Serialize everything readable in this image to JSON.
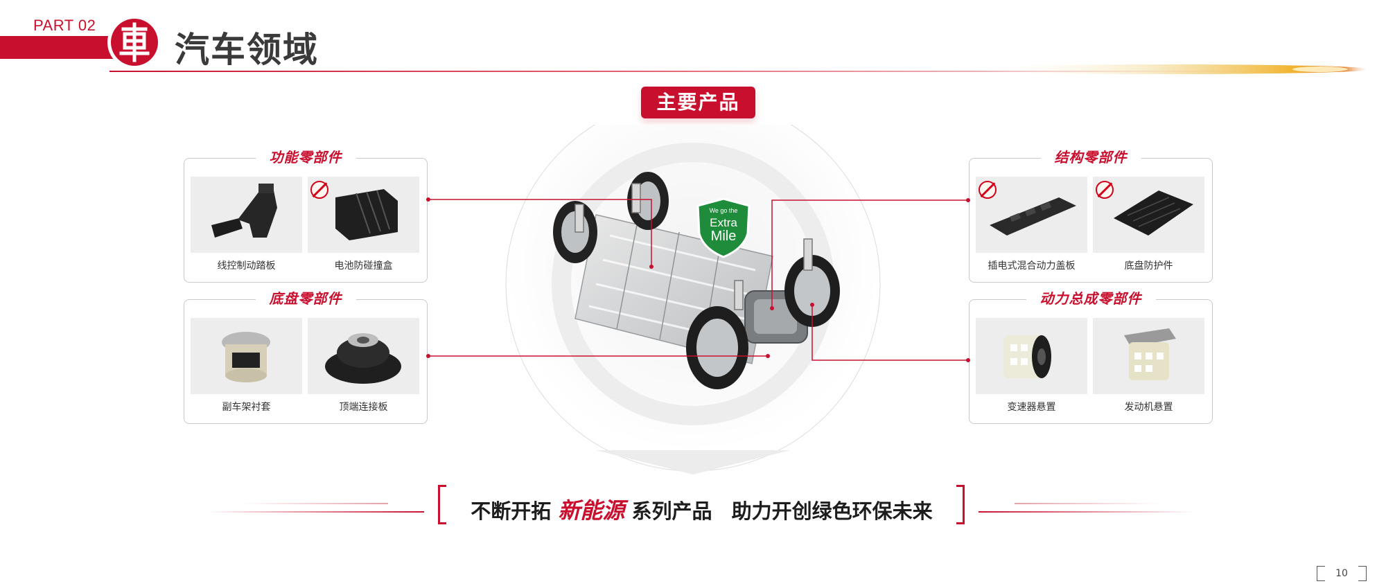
{
  "header": {
    "part_label": "PART 02",
    "logo_char": "車",
    "title": "汽车领域"
  },
  "main_badge": "主要产品",
  "badge_emblem": {
    "line1": "We go the",
    "line2": "Extra",
    "line3": "Mile"
  },
  "panels": {
    "functional": {
      "title": "功能零部件",
      "items": [
        {
          "caption": "线控制动踏板"
        },
        {
          "caption": "电池防碰撞盒"
        }
      ]
    },
    "chassis": {
      "title": "底盘零部件",
      "items": [
        {
          "caption": "副车架衬套"
        },
        {
          "caption": "顶端连接板"
        }
      ]
    },
    "structural": {
      "title": "结构零部件",
      "items": [
        {
          "caption": "插电式混合动力盖板"
        },
        {
          "caption": "底盘防护件"
        }
      ]
    },
    "powertrain": {
      "title": "动力总成零部件",
      "items": [
        {
          "caption": "变速器悬置"
        },
        {
          "caption": "发动机悬置"
        }
      ]
    }
  },
  "slogan": {
    "part1": "不断开拓",
    "highlight": "新能源",
    "part2": "系列产品",
    "part3": "助力开创绿色环保未来"
  },
  "page_number": "10",
  "colors": {
    "accent": "#c8102e",
    "emblem_green": "#1e8c3a"
  }
}
